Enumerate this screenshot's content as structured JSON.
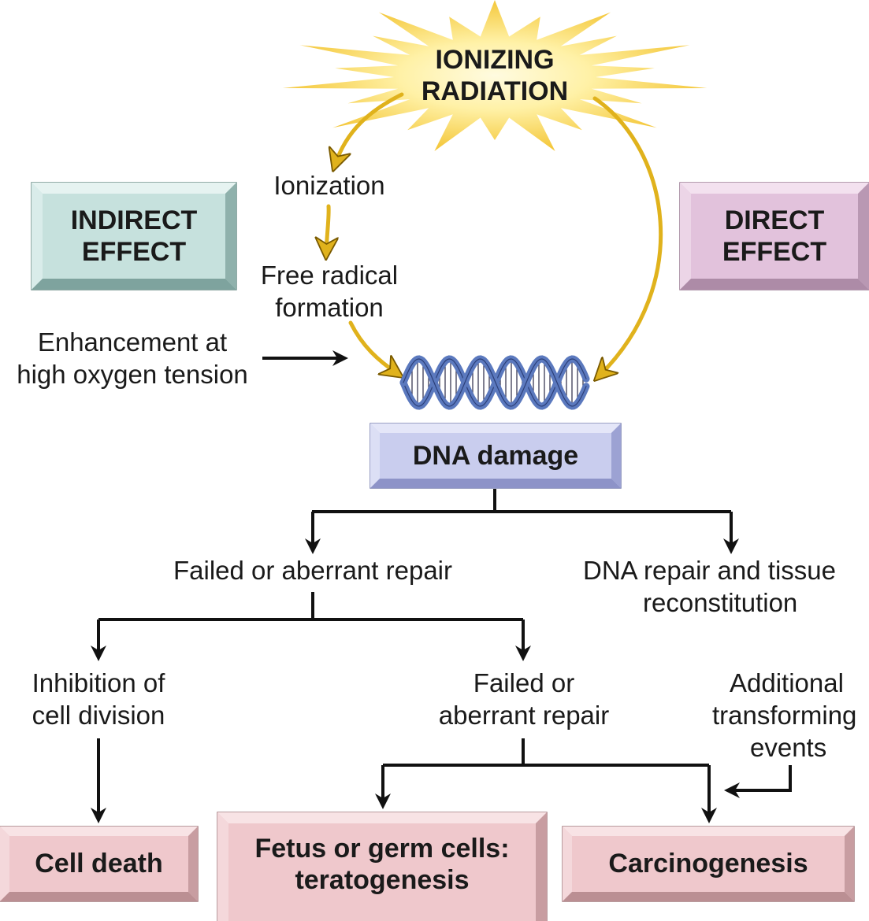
{
  "colors": {
    "sun": "#f6d33f",
    "sun_core": "#fff4b8",
    "yellow_arrow": "#e0b21c",
    "indirect_box": "#c6e1dd",
    "direct_box": "#e2c2dc",
    "dna_box": "#c9cdee",
    "outcome_box": "#efc8cc",
    "dna_helix": "#5b79be",
    "flow_arrow": "#111111"
  },
  "sun": {
    "line1": "IONIZING",
    "line2": "RADIATION"
  },
  "boxes": {
    "indirect": {
      "line1": "INDIRECT",
      "line2": "EFFECT"
    },
    "direct": {
      "line1": "DIRECT",
      "line2": "EFFECT"
    },
    "dna_damage": "DNA damage",
    "cell_death": "Cell death",
    "fetus": {
      "line1": "Fetus or germ cells:",
      "line2": "teratogenesis"
    },
    "carcinogenesis": "Carcinogenesis"
  },
  "labels": {
    "ionization": "Ionization",
    "free_radical": {
      "line1": "Free radical",
      "line2": "formation"
    },
    "enhancement": {
      "line1": "Enhancement at",
      "line2": "high oxygen tension"
    },
    "failed_repair_top": "Failed or aberrant repair",
    "dna_repair": {
      "line1": "DNA repair and tissue",
      "line2": "reconstitution"
    },
    "inhibition": {
      "line1": "Inhibition of",
      "line2": "cell division"
    },
    "failed_repair_mid": {
      "line1": "Failed or",
      "line2": "aberrant repair"
    },
    "additional": {
      "line1": "Additional",
      "line2": "transforming",
      "line3": "events"
    }
  }
}
